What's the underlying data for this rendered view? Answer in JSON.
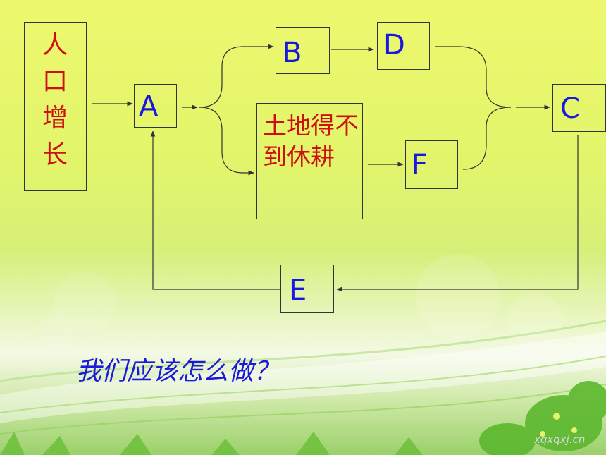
{
  "diagram": {
    "nodes": {
      "population": "人口增长",
      "a": "A",
      "b": "B",
      "d": "D",
      "land": "土地得不到休耕",
      "f": "F",
      "c": "C",
      "e": "E"
    },
    "question": "我们应该怎么做？"
  },
  "watermark": "xqxqxj.cn",
  "colors": {
    "letter": "#1818e0",
    "red_text": "#d01010",
    "question": "#1a1ad8",
    "line": "#333333"
  }
}
